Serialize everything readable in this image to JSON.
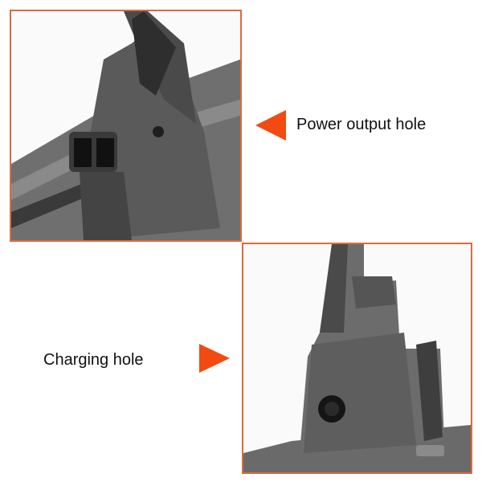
{
  "panels": [
    {
      "id": "power-output",
      "label": "Power output hole",
      "arrow_direction": "left",
      "image_description": "Close-up of grey battery pack connector with latch and terminal slots"
    },
    {
      "id": "charging",
      "label": "Charging hole",
      "arrow_direction": "right",
      "image_description": "Close-up of grey battery pack side with round charging port"
    }
  ],
  "colors": {
    "frame_border": "#e06a3a",
    "arrow": "#f24a10",
    "text": "#111111"
  }
}
